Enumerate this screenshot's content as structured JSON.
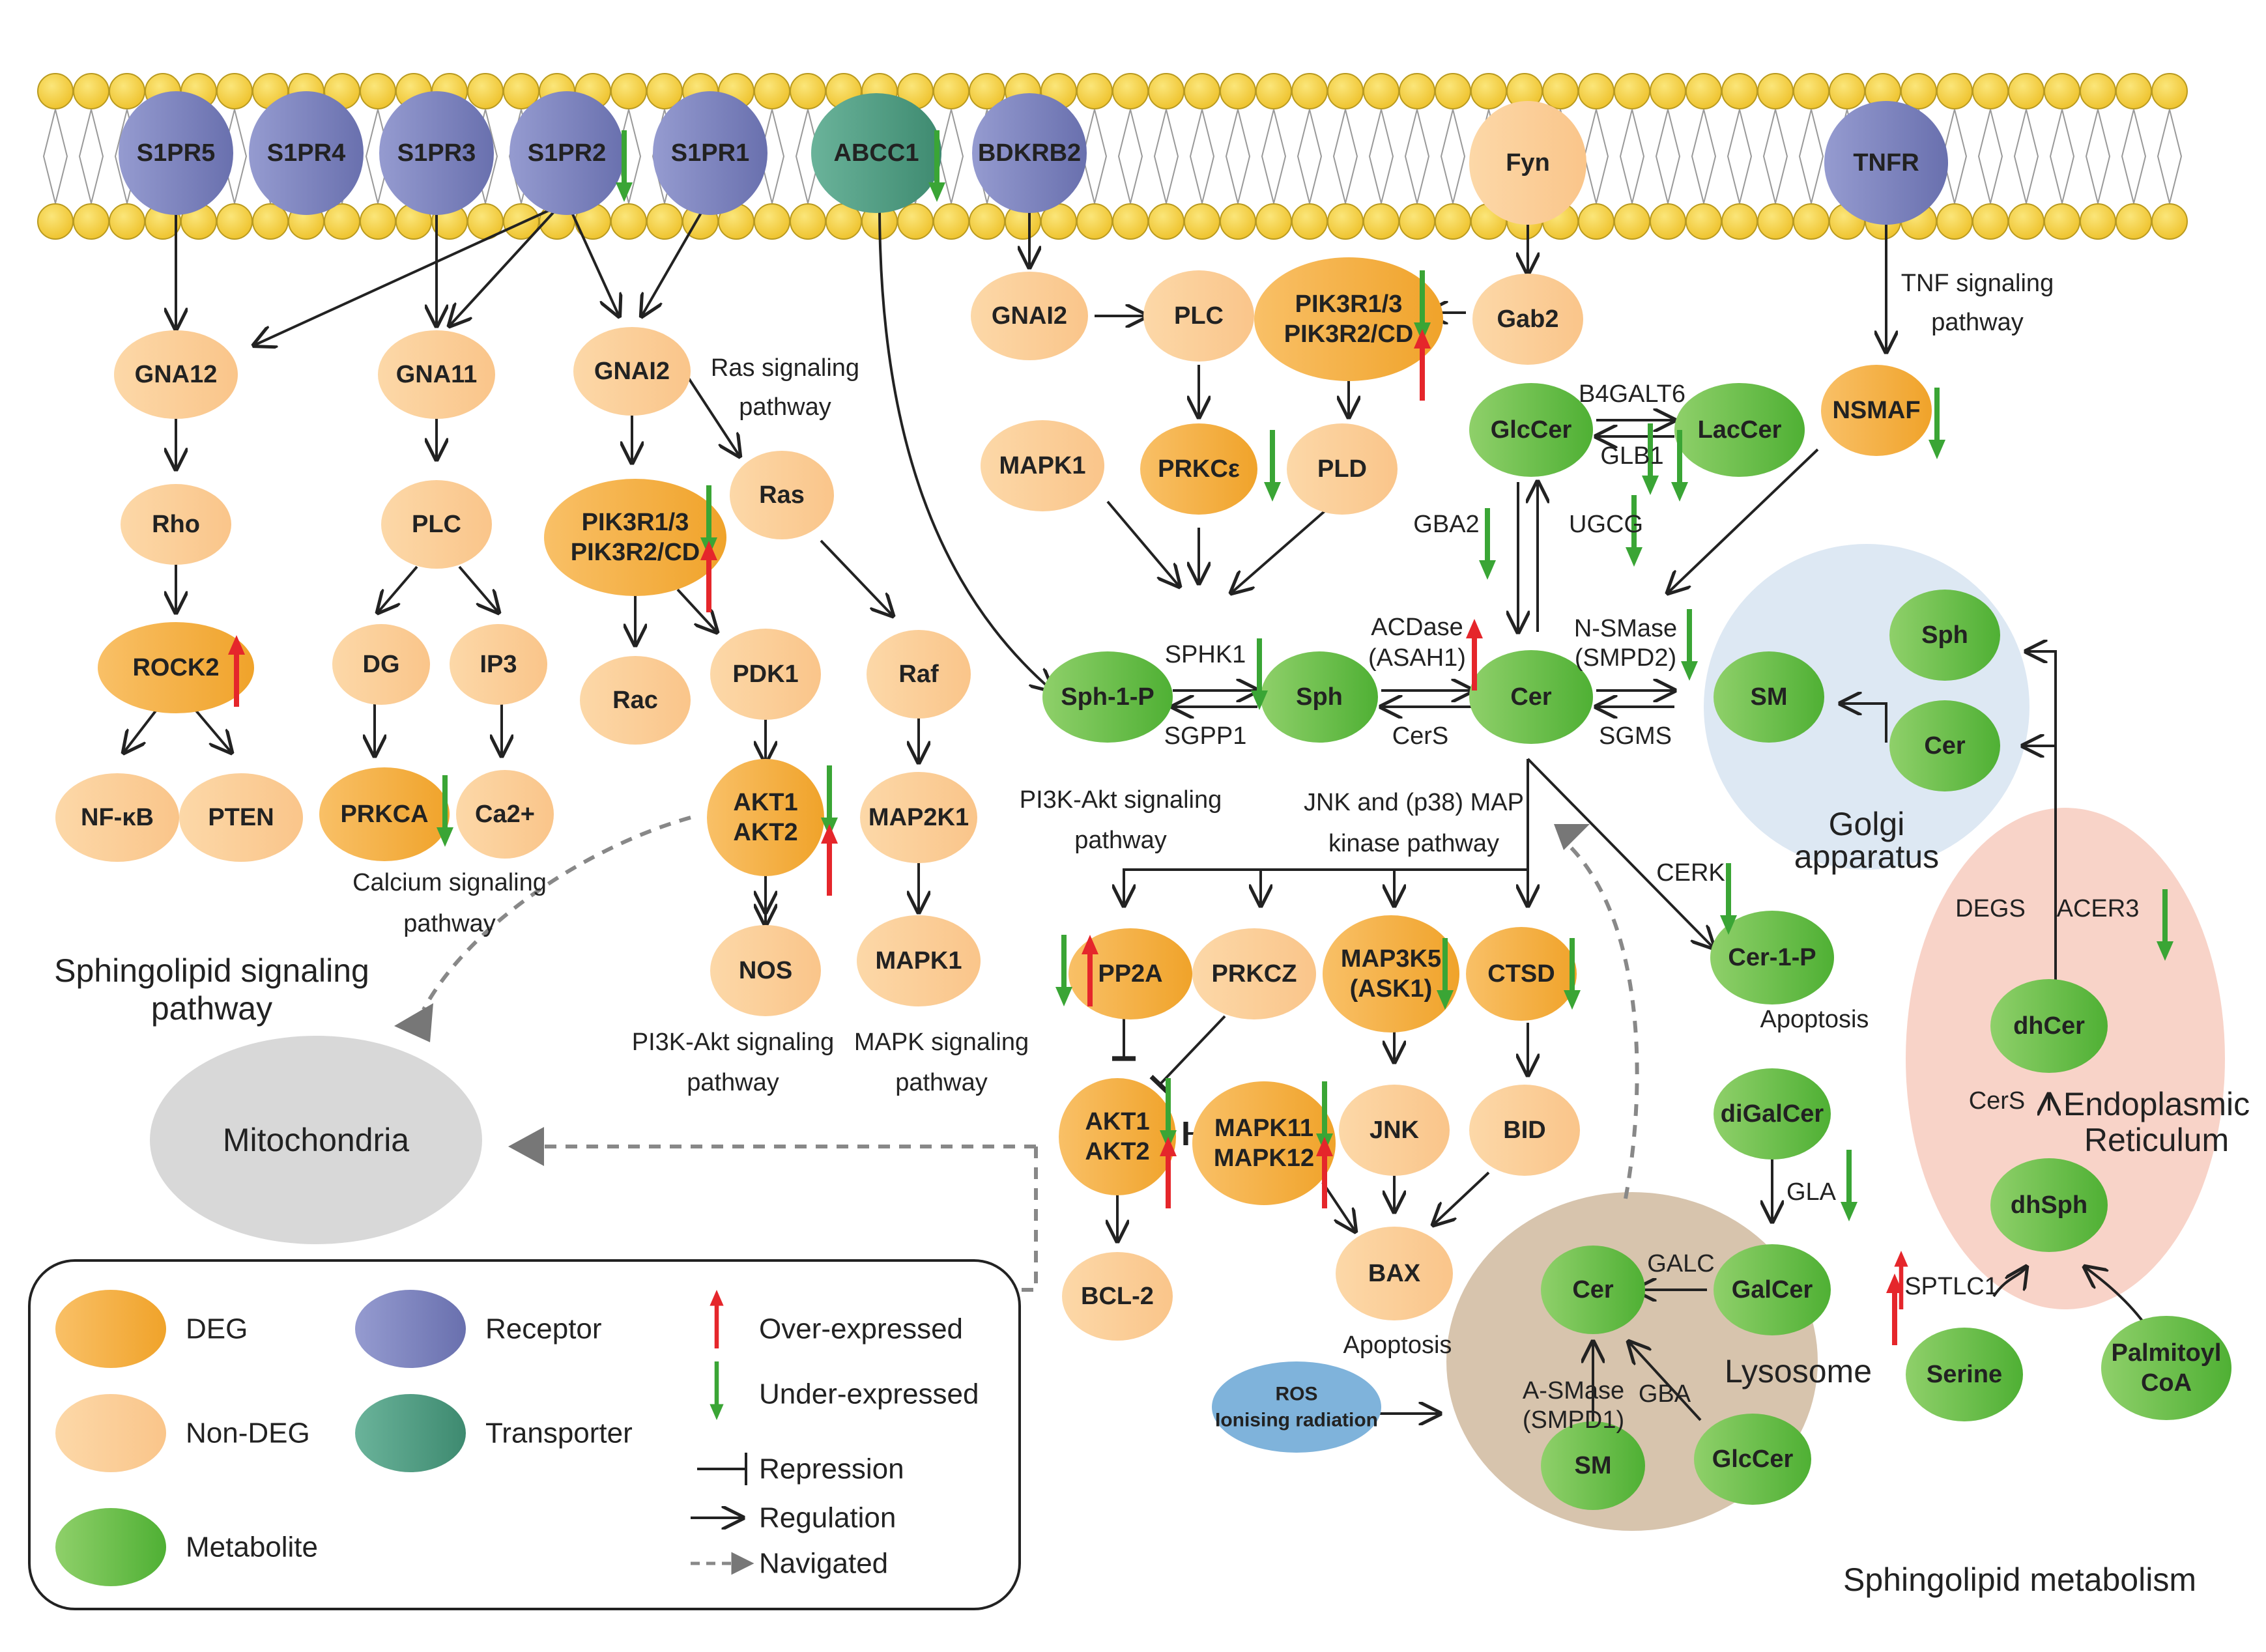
{
  "membrane": {
    "receptors": [
      "S1PR5",
      "S1PR4",
      "S1PR3",
      "S1PR2",
      "S1PR1"
    ],
    "transporter": "ABCC1",
    "bdkrb2": "BDKRB2",
    "fyn": "Fyn",
    "tnfr": "TNFR"
  },
  "nodes": {
    "gna12": "GNA12",
    "rho": "Rho",
    "rock2": "ROCK2",
    "nfkb": "NF-κB",
    "pten": "PTEN",
    "gna11": "GNA11",
    "plc1": "PLC",
    "dg": "DG",
    "ip3": "IP3",
    "prkca": "PRKCA",
    "ca2": "Ca2+",
    "gnai2a": "GNAI2",
    "pik3r_a1": "PIK3R1/3",
    "pik3r_a2": "PIK3R2/CD",
    "rac": "Rac",
    "pdk1": "PDK1",
    "akt_a1": "AKT1",
    "akt_a2": "AKT2",
    "nos": "NOS",
    "ras": "Ras",
    "raf": "Raf",
    "map2k1": "MAP2K1",
    "mapk1a": "MAPK1",
    "gnai2b": "GNAI2",
    "plc2": "PLC",
    "pik3r_b1": "PIK3R1/3",
    "pik3r_b2": "PIK3R2/CD",
    "gab2": "Gab2",
    "mapk1b": "MAPK1",
    "prkce": "PRKCε",
    "pld": "PLD",
    "sph1p": "Sph-1-P",
    "sph": "Sph",
    "cer": "Cer",
    "glccer": "GlcCer",
    "laccer": "LacCer",
    "nsmaf": "NSMAF",
    "pp2a": "PP2A",
    "prkcz": "PRKCZ",
    "map3k5a": "MAP3K5",
    "map3k5b": "(ASK1)",
    "ctsd": "CTSD",
    "akt_b1": "AKT1",
    "akt_b2": "AKT2",
    "mapk11": "MAPK11",
    "mapk12": "MAPK12",
    "jnk": "JNK",
    "bid": "BID",
    "bcl2": "BCL-2",
    "bax": "BAX",
    "cer1p": "Cer-1-P",
    "digalcer": "diGalCer",
    "ros1": "ROS",
    "ros2": "Ionising radiation",
    "lys_cer": "Cer",
    "galcer": "GalCer",
    "lys_sm": "SM",
    "lys_glccer": "GlcCer",
    "g_sph": "Sph",
    "g_sm": "SM",
    "g_cer": "Cer",
    "dhcer": "dhCer",
    "dhsph": "dhSph",
    "serine": "Serine",
    "palm1": "Palmitoyl",
    "palm2": "CoA",
    "mito": "Mitochondria"
  },
  "labels": {
    "ras_path1": "Ras signaling",
    "ras_path2": "pathway",
    "tnf1": "TNF signaling",
    "tnf2": "pathway",
    "b4galt6": "B4GALT6",
    "glb1": "GLB1",
    "gba2": "GBA2",
    "ugcg": "UGCG",
    "sphk1": "SPHK1",
    "sgpp1": "SGPP1",
    "acdase1": "ACDase",
    "acdase2": "(ASAH1)",
    "cers1": "CerS",
    "nsmase1": "N-SMase",
    "nsmase2": "(SMPD2)",
    "sgms": "SGMS",
    "pi3k_top1": "PI3K-Akt signaling",
    "pi3k_top2": "pathway",
    "jnk_path1": "JNK and (p38) MAP",
    "jnk_path2": "kinase pathway",
    "cerk": "CERK",
    "apoptosis1": "Apoptosis",
    "apoptosis2": "Apoptosis",
    "calcium1": "Calcium signaling",
    "calcium2": "pathway",
    "pi3k_bot1": "PI3K-Akt signaling",
    "pi3k_bot2": "pathway",
    "mapk_path1": "MAPK signaling",
    "mapk_path2": "pathway",
    "sphingo_sig1": "Sphingolipid signaling",
    "sphingo_sig2": "pathway",
    "golgi1": "Golgi",
    "golgi2": "apparatus",
    "degs": "DEGS",
    "acer3": "ACER3",
    "cers2": "CerS",
    "er1": "Endoplasmic",
    "er2": "Reticulum",
    "gla": "GLA",
    "galc": "GALC",
    "gba": "GBA",
    "asmase1": "A-SMase",
    "asmase2": "(SMPD1)",
    "lysosome": "Lysosome",
    "sptlc1": "SPTLC1",
    "sphingo_met": "Sphingolipid metabolism"
  },
  "legend": {
    "deg": "DEG",
    "nondeg": "Non-DEG",
    "metabolite": "Metabolite",
    "receptor": "Receptor",
    "transporter": "Transporter",
    "over": "Over-expressed",
    "under": "Under-expressed",
    "repression": "Repression",
    "regulation": "Regulation",
    "navigated": "Navigated"
  },
  "colors": {
    "deg": "#f5a623",
    "nondeg": "#fbcf96",
    "metabolite": "#5cb83a",
    "receptor": "#7a80b8",
    "transporter": "#4a9b80",
    "up": "#e5262b",
    "down": "#3aa535",
    "golgi": "#dde8f3",
    "er": "#f8d3c8",
    "lysosome": "#d7c4ad",
    "mito": "#d8d8d8",
    "ros": "#7fb3db",
    "membrane": "#f2cf3a"
  }
}
